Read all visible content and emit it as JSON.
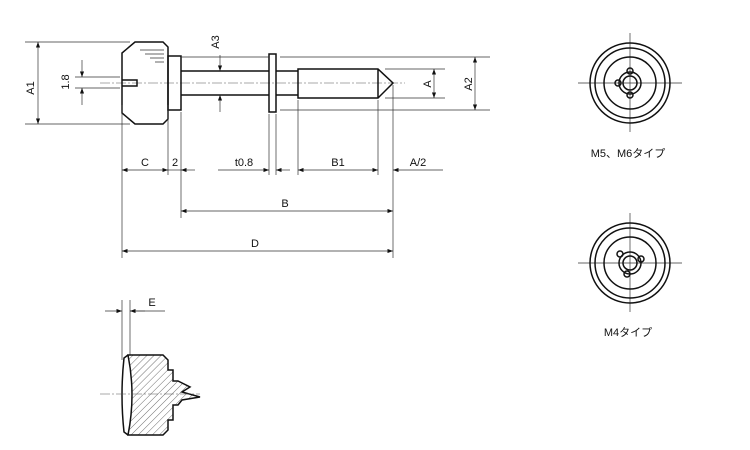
{
  "title": "Thumb screw dimension drawing",
  "labels": {
    "a1": "A1",
    "slot": "1.8",
    "a3": "A3",
    "a": "A",
    "a2": "A2",
    "c": "C",
    "collar": "2",
    "washer": "t0.8",
    "b1": "B1",
    "half_a": "A/2",
    "b": "B",
    "d": "D",
    "e": "E"
  },
  "views": {
    "m5_m6": "M5、M6タイプ",
    "m4": "M4タイプ"
  }
}
